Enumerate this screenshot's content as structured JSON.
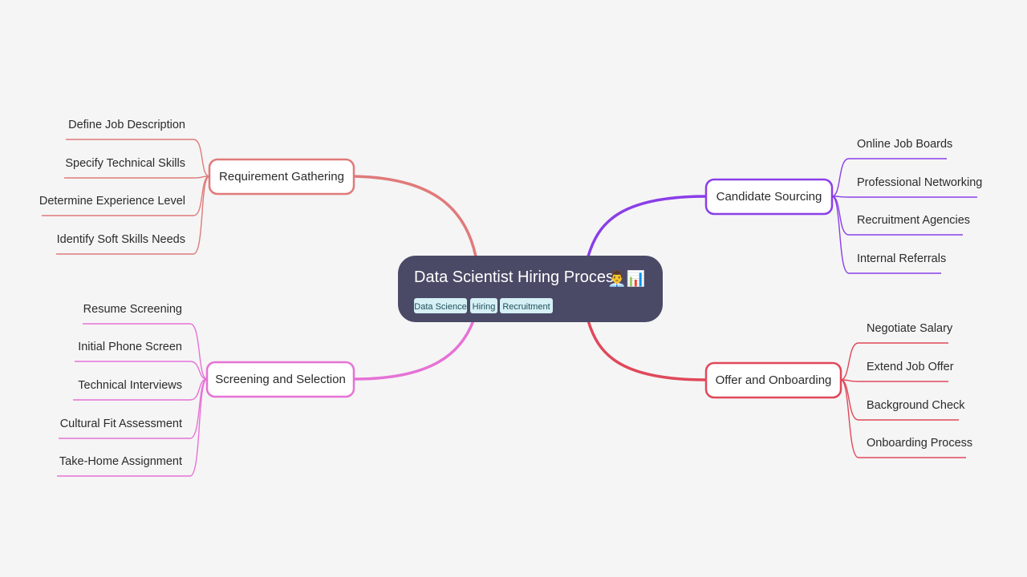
{
  "root": {
    "title": "Data Scientist Hiring Process",
    "emoji": "👨‍💼📊",
    "tags": [
      "Data Science",
      "Hiring",
      "Recruitment"
    ]
  },
  "colors": {
    "background": "#f5f5f5",
    "root_fill": "#4a4a67",
    "tag_fill": "#d6f0f5",
    "requirement": "#e07a7a",
    "sourcing": "#8a3ee8",
    "screening": "#e672d6",
    "offer": "#e0485a"
  },
  "branches": [
    {
      "key": "requirement",
      "label": "Requirement Gathering",
      "children": [
        "Define Job Description",
        "Specify Technical Skills",
        "Determine Experience Level",
        "Identify Soft Skills Needs"
      ]
    },
    {
      "key": "sourcing",
      "label": "Candidate Sourcing",
      "children": [
        "Online Job Boards",
        "Professional Networking",
        "Recruitment Agencies",
        "Internal Referrals"
      ]
    },
    {
      "key": "screening",
      "label": "Screening and Selection",
      "children": [
        "Resume Screening",
        "Initial Phone Screen",
        "Technical Interviews",
        "Cultural Fit Assessment",
        "Take-Home Assignment"
      ]
    },
    {
      "key": "offer",
      "label": "Offer and Onboarding",
      "children": [
        "Negotiate Salary",
        "Extend Job Offer",
        "Background Check",
        "Onboarding Process"
      ]
    }
  ]
}
